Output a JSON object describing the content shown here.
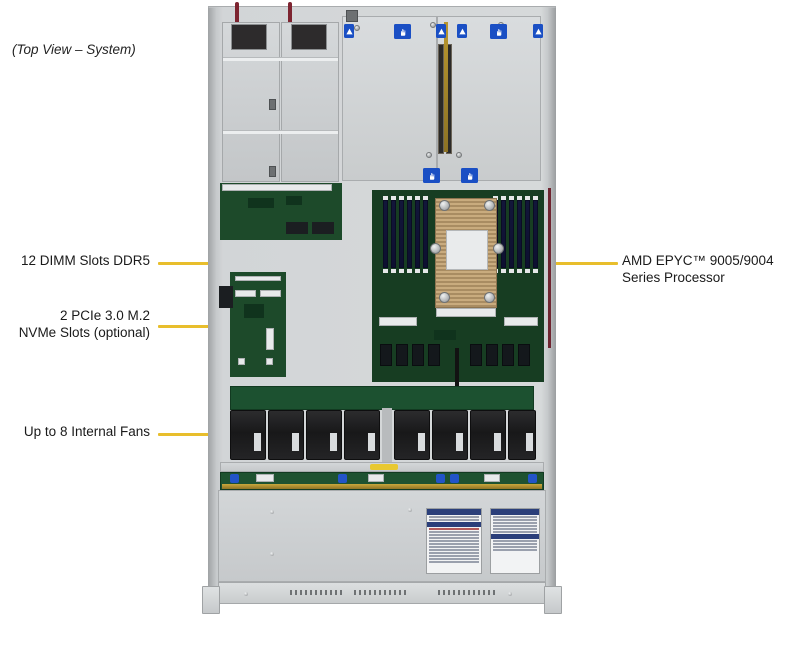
{
  "figure": {
    "caption": "(Top View – System)",
    "accent_color": "#e8be2c",
    "background": "#ffffff"
  },
  "callouts": [
    {
      "id": "dimm",
      "side": "left",
      "lines": [
        "12 DIMM Slots DDR5"
      ],
      "target": "dimm-slot-bank"
    },
    {
      "id": "m2",
      "side": "left",
      "lines": [
        "2 PCIe 3.0 M.2",
        "NVMe Slots (optional)"
      ],
      "target": "m2-carrier-card"
    },
    {
      "id": "fans",
      "side": "left",
      "lines": [
        "Up to 8 Internal Fans"
      ],
      "target": "fan-bank"
    },
    {
      "id": "cpu",
      "side": "right",
      "lines": [
        "AMD EPYC™ 9005/9004",
        "Series Processor"
      ],
      "target": "cpu-heatsink"
    }
  ],
  "system": {
    "form_factor": "1U rackmount server",
    "view": "top",
    "components": {
      "power_supplies": 2,
      "dimm_slots": 12,
      "dimm_slots_per_side": 6,
      "cpu_sockets": 1,
      "internal_fans": 8,
      "m2_slots": 2,
      "riser_brackets": 2,
      "service_labels": 2,
      "rack_ears": 2
    },
    "colors": {
      "chassis": "#d2d5d7",
      "pcb": "#1e5230",
      "dimm": "#12163a",
      "heatsink": "#c9ab7e",
      "touch_point": "#1a4fc4",
      "psu_handle": "#7d2430",
      "fan": "#1f1f21",
      "backplane_gold": "#c9a83c"
    }
  }
}
